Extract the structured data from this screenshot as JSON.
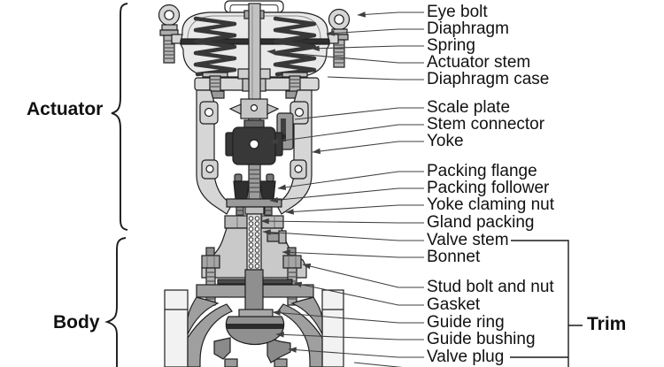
{
  "groups": {
    "actuator": {
      "label": "Actuator"
    },
    "body": {
      "label": "Body"
    },
    "trim": {
      "label": "Trim"
    }
  },
  "part_labels": [
    "Eye bolt",
    "Diaphragm",
    "Spring",
    "Actuator stem",
    "Diaphragm case",
    "Scale plate",
    "Stem connector",
    "Yoke",
    "Packing flange",
    "Packing follower",
    "Yoke claming nut",
    "Gland packing",
    "Valve stem",
    "Bonnet",
    "Stud bolt and nut",
    "Gasket",
    "Guide ring",
    "Guide bushing",
    "Valve plug"
  ],
  "colors": {
    "ink": "#1a1a1a",
    "leader_line": "#3f3f3f",
    "metal_light": "#e9e9e9",
    "metal_mid": "#c9c9c9",
    "metal_dark": "#8f8f8f",
    "metal_darkest": "#333333",
    "background": "#ffffff"
  }
}
